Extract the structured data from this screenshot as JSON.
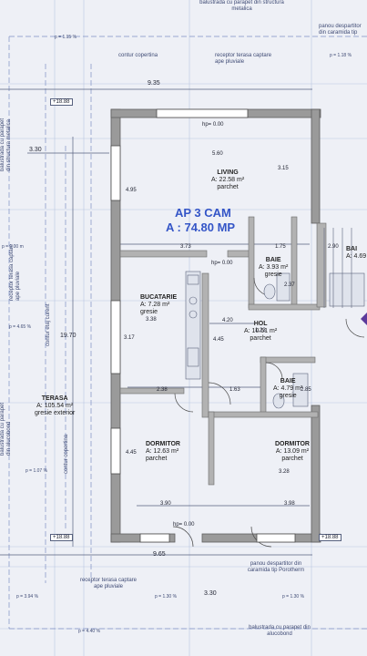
{
  "plan": {
    "apartment": "AP 3 CAM",
    "total_area": "A : 74.80 MP",
    "rooms": [
      {
        "name": "LIVING",
        "area": "A: 22.58 m²",
        "finish": "parchet"
      },
      {
        "name": "BUCATARIE",
        "area": "A: 7.28 m²",
        "finish": "gresie"
      },
      {
        "name": "BAIE",
        "area": "A: 3.93 m²",
        "finish": "gresie"
      },
      {
        "name": "HOL",
        "area": "A: 10.51 m²",
        "finish": "parchet"
      },
      {
        "name": "BAIE",
        "area": "A: 4.79 m²",
        "finish": "gresie"
      },
      {
        "name": "DORMITOR",
        "area": "A: 12.63 m²",
        "finish": "parchet"
      },
      {
        "name": "DORMITOR",
        "area": "A: 13.09 m²",
        "finish": "parchet"
      },
      {
        "name": "BAI",
        "area": "A: 4.69",
        "finish": ""
      }
    ],
    "terrace": {
      "name": "TERASA",
      "area": "A: 105.54 m²",
      "finish": "gresie exterior"
    },
    "annotations": [
      "balustrada cu parapet din structura metalica",
      "panou despartitor din caramida tip",
      "contur copertina",
      "receptor terasa captare ape pluviale",
      "balustrada cu parapet din structura metalica",
      "receptor terasa captare ape pluviale",
      "contur etaj curent",
      "balustrada cu parapet din alucobond",
      "contur copertina",
      "panou despartitor din caramida tip Porotherm",
      "receptor terasa captare ape pluviale",
      "balustrada cu parapet din alucobond"
    ],
    "dimensions": [
      "9.35",
      "5.60",
      "3.15",
      "3.30",
      "4.95",
      "3.73",
      "1.75",
      "2.90",
      "4.20",
      "2.37",
      "3.17",
      "4.45",
      "19.70",
      "2.38",
      "1.63",
      "2.85",
      "3.28",
      "4.45",
      "3.90",
      "3.98",
      "9.65",
      "3.30",
      "1.23",
      "3.38"
    ],
    "levels": [
      "+18.88",
      "+18.88",
      "+18.88",
      "hp= 0.00",
      "hp= 0.00",
      "hp= 0.00"
    ],
    "slopes": [
      "p = 1.15 %",
      "p = 1.18 %",
      "p = 1.00 m",
      "p = 4.65 %",
      "p = 1.07 %",
      "p = 1.30 %",
      "p = 1.30 %",
      "p = 3.94 %",
      "p = 4.40 %"
    ]
  }
}
